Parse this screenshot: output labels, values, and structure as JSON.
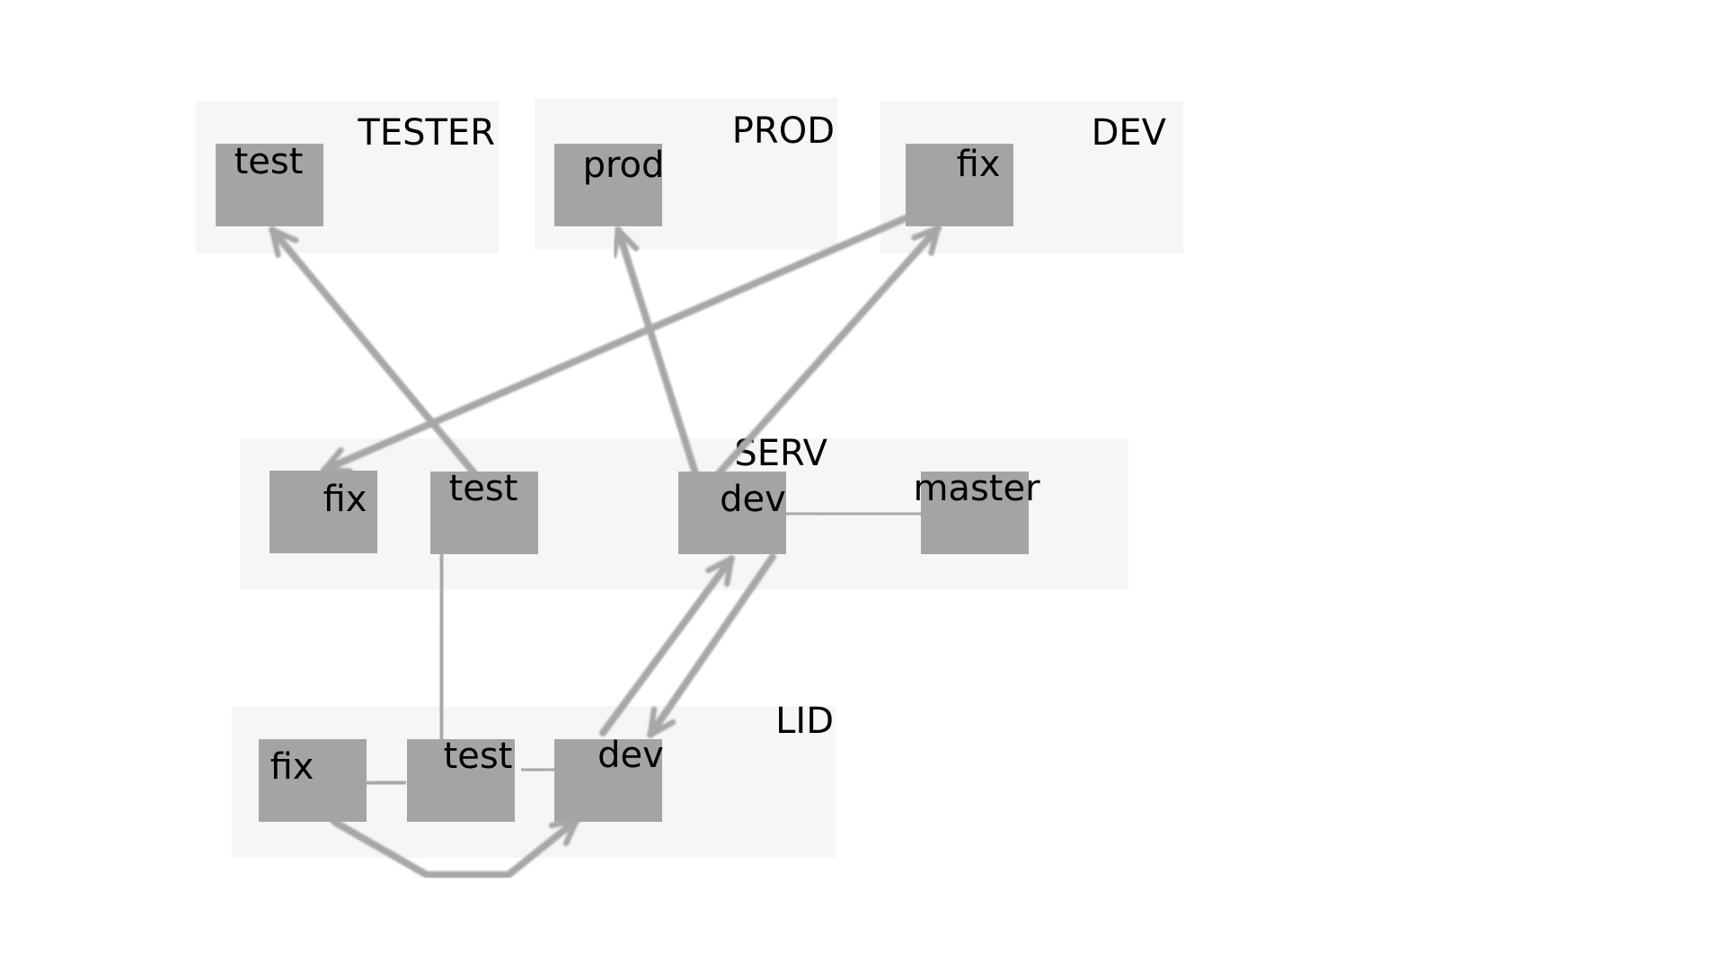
{
  "groups": {
    "tester": {
      "label": "TESTER"
    },
    "prod": {
      "label": "PROD"
    },
    "dev": {
      "label": "DEV"
    },
    "serv": {
      "label": "SERV"
    },
    "lid": {
      "label": "LID"
    }
  },
  "nodes": {
    "tester_test": {
      "label": "test"
    },
    "prod_prod": {
      "label": "prod"
    },
    "dev_fix": {
      "label": "fix"
    },
    "serv_fix": {
      "label": "fix"
    },
    "serv_test": {
      "label": "test"
    },
    "serv_dev": {
      "label": "dev"
    },
    "serv_master": {
      "label": "master"
    },
    "lid_fix": {
      "label": "fix"
    },
    "lid_test": {
      "label": "test"
    },
    "lid_dev": {
      "label": "dev"
    }
  },
  "colors": {
    "group_fill": "#f7f6f5",
    "node_fill": "#a5a4a3",
    "edge": "#a7a7a7"
  }
}
